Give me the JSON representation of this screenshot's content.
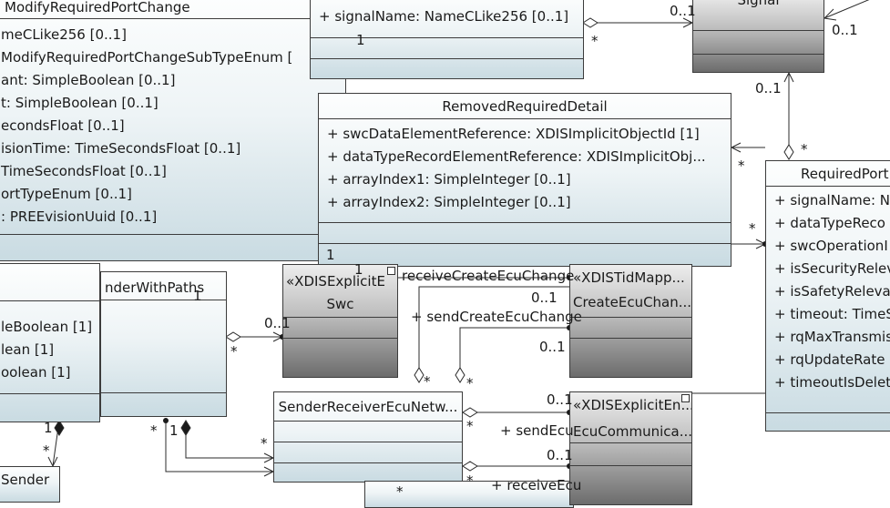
{
  "modify_required_port_change": {
    "title": "ModifyRequiredPortChange",
    "attributes": [
      "meCLike256 [0..1]",
      "ModifyRequiredPortChangeSubTypeEnum [",
      "ant: SimpleBoolean [0..1]",
      "t: SimpleBoolean [0..1]",
      "econdsFloat [0..1]",
      "isionTime: TimeSecondsFloat [0..1]",
      "TimeSecondsFloat [0..1]",
      "ortTypeEnum [0..1]",
      ": PREEvisionUuid [0..1]"
    ]
  },
  "signal_name_box": {
    "attributes": [
      "+ signalName: NameCLike256 [0..1]"
    ]
  },
  "signal": {
    "title": "Signal"
  },
  "removed_required_detail": {
    "title": "RemovedRequiredDetail",
    "attributes": [
      "+ swcDataElementReference: XDISImplicitObjectId [1]",
      "+ dataTypeRecordElementReference: XDISImplicitObj...",
      "+ arrayIndex1: SimpleInteger [0..1]",
      "+ arrayIndex2: SimpleInteger [0..1]"
    ]
  },
  "required_port": {
    "title": "RequiredPort",
    "attributes": [
      "+ signalName: N",
      "+ dataTypeReco",
      "+ swcOperationI",
      "+ isSecurityRelev",
      "+ isSafetyRelevan",
      "+ timeout: TimeS",
      "+ rqMaxTransmis",
      "+ rqUpdateRate",
      "+ timeoutIsDelet"
    ]
  },
  "sender_with_paths": {
    "title": "nderWithPaths",
    "attributes": [
      "leBoolean [1]",
      "lean [1]",
      "oolean [1]"
    ]
  },
  "swc": {
    "stereotype": "«XDISExplicitE",
    "title": "Swc"
  },
  "tid_mapping": {
    "stereotype": "«XDISTidMapp...",
    "title": "CreateEcuChan..."
  },
  "sender_receiver_ecu_network": {
    "title": "SenderReceiverEcuNetw..."
  },
  "ecu_communication": {
    "stereotype": "«XDISExplicitEn...",
    "title": "EcuCommunica..."
  },
  "sender": {
    "title": "Sender"
  },
  "role_labels": {
    "receive_create_ecu_change": "receiveCreateEcuChange",
    "send_create_ecu_change": "+ sendCreateEcuChange",
    "send_ecu": "+ sendEcu",
    "receive_ecu": "+ receiveEcu"
  },
  "multiplicities": {
    "m01_signal_left": "0..1",
    "m01_signal_right": "0..1",
    "m01_signal_bottom": "0..1",
    "star_signal_assoc": "*",
    "one_signal_box": "1",
    "star_rrd_right": "*",
    "star_rp_left": "*",
    "star_rp_top": "*",
    "star_rp_mid": "*",
    "one_rrd_bottom": "1",
    "one_swc_top": "1",
    "one_swc_left": "1",
    "m01_swc": "0..1",
    "star_swc_assoc": "*",
    "m01_tid_top": "0..1",
    "m01_tid_bottom": "0..1",
    "star_tid_a": "*",
    "star_tid_b": "*",
    "m01_ecu_top": "0..1",
    "m01_ecu_bottom": "0..1",
    "star_srn_a": "*",
    "star_srn_b": "*",
    "star_srn_left": "*",
    "one_swp_bottom": "1",
    "star_sender": "*",
    "star_swp_a": "*",
    "one_swp_b": "1",
    "star_bottom": "*"
  }
}
